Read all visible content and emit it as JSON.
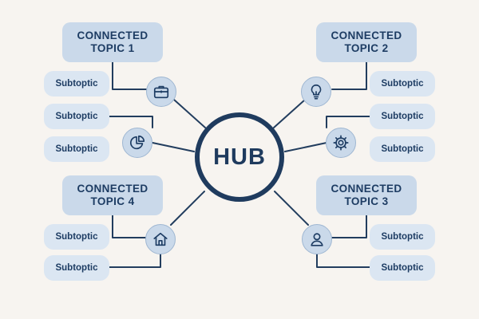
{
  "hub": {
    "label": "HUB"
  },
  "topics": [
    {
      "label": "CONNECTED TOPIC 1",
      "icon": "briefcase-icon",
      "subtopics": [
        "Subtoptic",
        "Subtoptic",
        "Subtoptic"
      ],
      "subtopics_icon2": "pie-chart-icon"
    },
    {
      "label": "CONNECTED TOPIC 2",
      "icon": "lightbulb-icon",
      "subtopics": [
        "Subtoptic",
        "Subtoptic",
        "Subtoptic"
      ],
      "subtopics_icon2": "gear-icon"
    },
    {
      "label": "CONNECTED TOPIC 4",
      "icon": "home-icon",
      "subtopics": [
        "Subtoptic",
        "Subtoptic"
      ]
    },
    {
      "label": "CONNECTED TOPIC 3",
      "icon": "user-icon",
      "subtopics": [
        "Subtoptic",
        "Subtoptic"
      ]
    }
  ],
  "colors": {
    "background": "#f7f4f0",
    "node_fill": "#cad9ea",
    "subtopic_fill": "#dbe6f2",
    "line": "#223d5e",
    "text": "#1d3c63"
  }
}
